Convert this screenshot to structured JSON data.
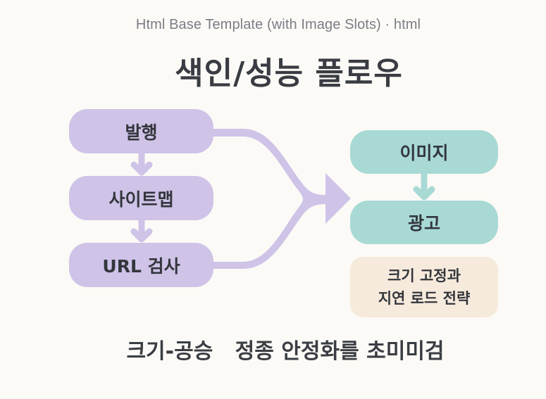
{
  "header": {
    "subtitle": "Html Base Template (with Image Slots) · html",
    "title": "색인/성능 플로우"
  },
  "flow": {
    "left_column": [
      {
        "label": "발행"
      },
      {
        "label": "사이트맵"
      },
      {
        "label": "URL 검사"
      }
    ],
    "right_column": [
      {
        "label": "이미지"
      },
      {
        "label": "광고"
      }
    ],
    "note": {
      "line1": "크기 고정과",
      "line2": "지연 로드 전략"
    }
  },
  "footer": {
    "caption": "크기-공승   정종 안정화를 초미미검"
  },
  "colors": {
    "background": "#fcfaf6",
    "purple_node": "#cfc3e8",
    "teal_node": "#a8d9d5",
    "note_node": "#f6eadc",
    "text": "#373a40",
    "subtitle_text": "#7c7c85"
  }
}
